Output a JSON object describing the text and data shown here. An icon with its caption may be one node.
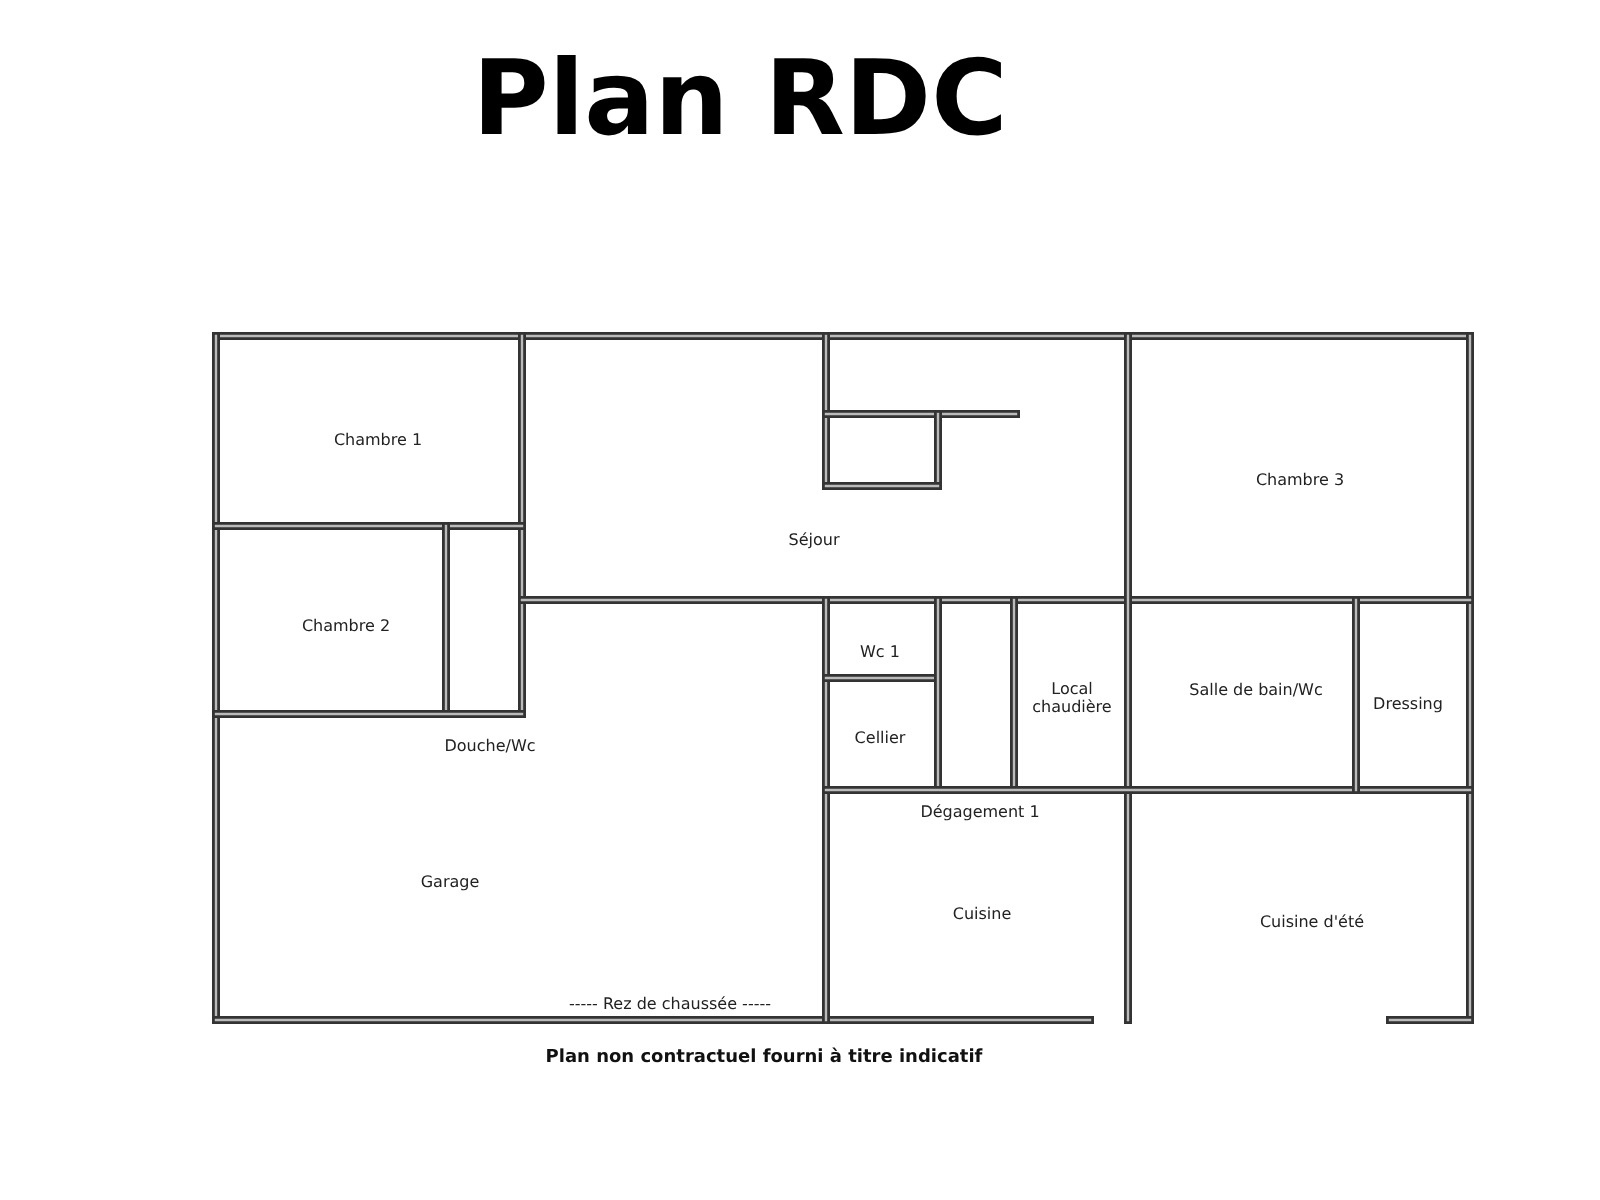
{
  "diagram": {
    "title": "Plan RDC",
    "caption": "Plan non contractuel fourni à titre indicatif",
    "labels": [
      "Chambre 1",
      "Chambre 3",
      "Séjour",
      "Chambre 2",
      "Wc 1",
      "Salle de bain/Wc",
      "Dressing",
      "Local chaudière",
      "Douche/Wc",
      "Cellier",
      "Dégagement 1",
      "Garage",
      "Cuisine",
      "Cuisine d'été",
      "-----  Rez de chaussée  -----"
    ]
  }
}
